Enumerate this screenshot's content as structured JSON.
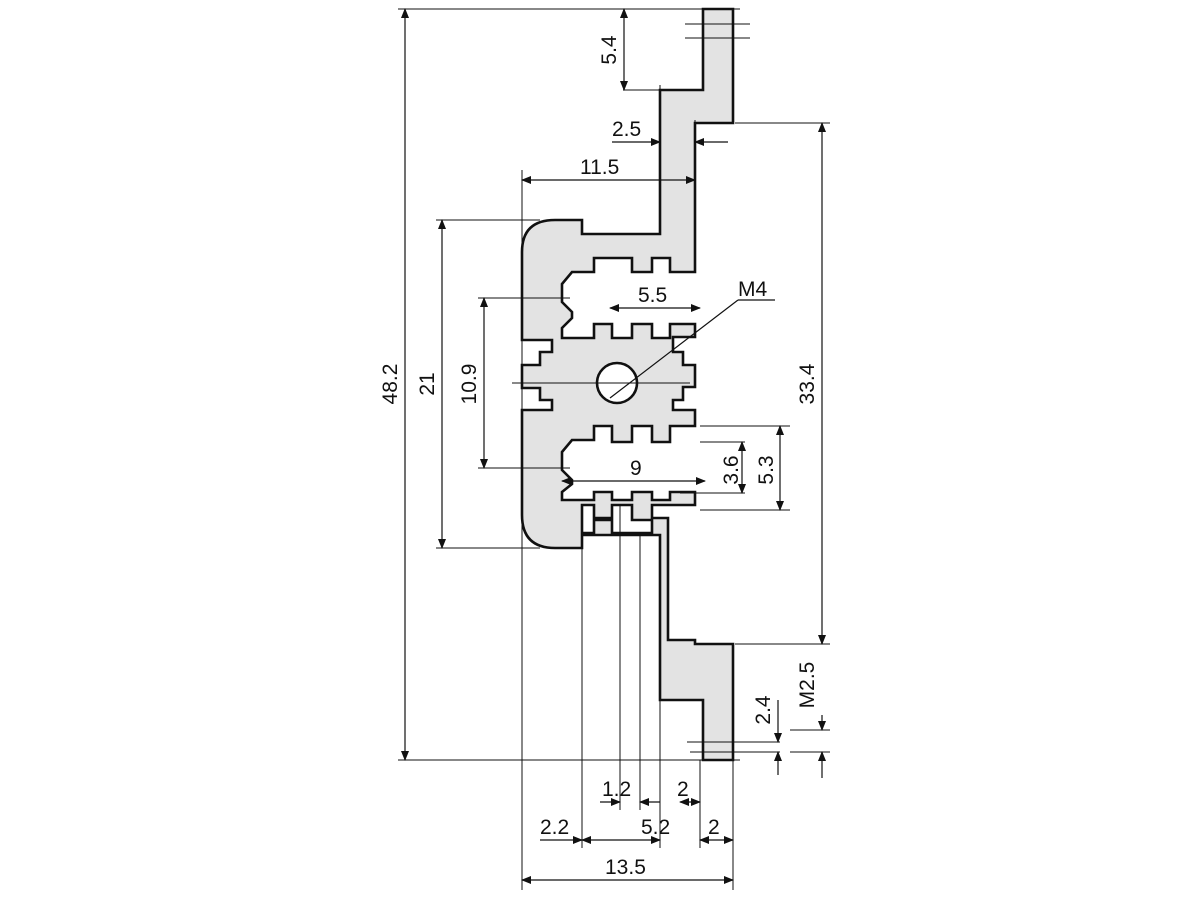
{
  "labels": {
    "d_5_4": "5.4",
    "d_2_5": "2.5",
    "d_11_5": "11.5",
    "d_m4": "M4",
    "d_5_5": "5.5",
    "d_48_2": "48.2",
    "d_21": "21",
    "d_10_9": "10.9",
    "d_33_4": "33.4",
    "d_9": "9",
    "d_3_6": "3.6",
    "d_5_3": "5.3",
    "d_m2_5": "M2.5",
    "d_2_4": "2.4",
    "d_1_2": "1.2",
    "d_2_top": "2",
    "d_2_2": "2.2",
    "d_5_2": "5.2",
    "d_2_bottom": "2",
    "d_13_5": "13.5"
  }
}
